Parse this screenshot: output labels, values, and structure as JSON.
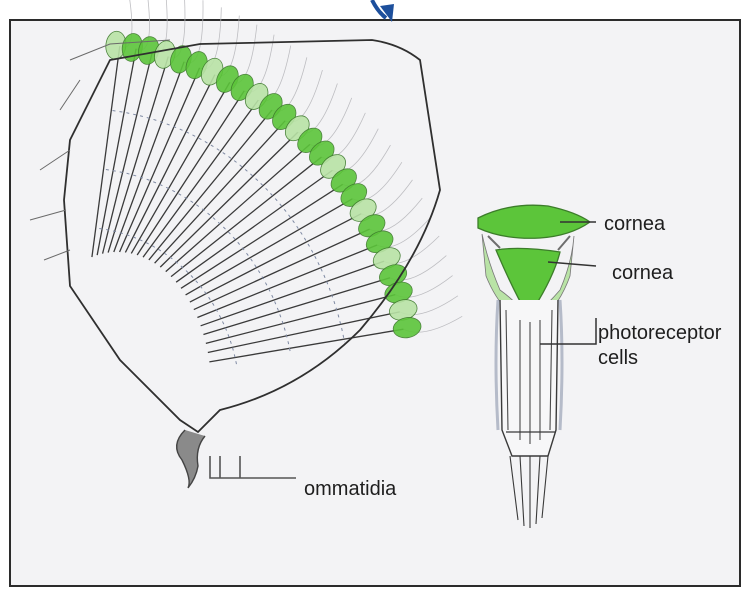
{
  "labels": {
    "cornea_top": "cornea",
    "cornea_lower": "cornea",
    "photoreceptor_line1": "photoreceptor",
    "photoreceptor_line2": "cells",
    "ommatidia": "ommatidia"
  },
  "colors": {
    "panel_background": "#f3f3f5",
    "frame": "#2b2b2b",
    "cornea_green": "#5cc53a",
    "light_green": "#b9e3a6",
    "ink": "#3a3a3a",
    "pointer_arrow": "#1d4f9c"
  }
}
